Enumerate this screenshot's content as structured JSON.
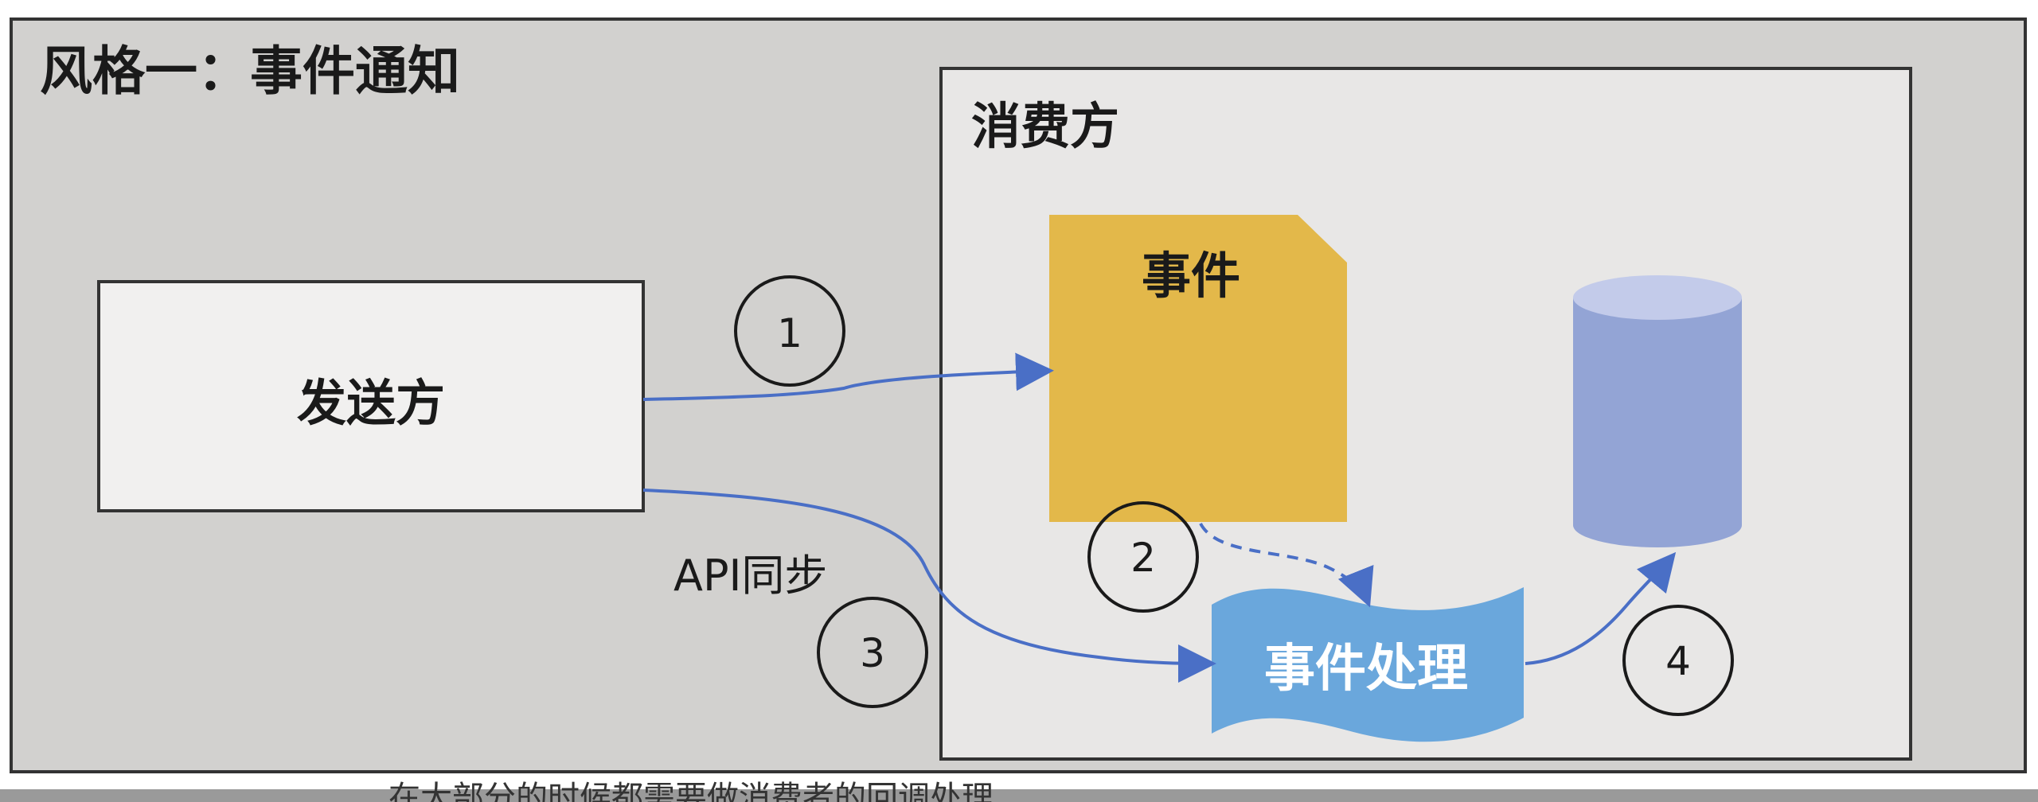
{
  "diagram": {
    "title": "风格一：事件通知",
    "consumer_label": "消费方",
    "sender_label": "发送方",
    "event_label": "事件",
    "handler_label": "事件处理",
    "api_label": "API同步",
    "steps": [
      {
        "number": "1"
      },
      {
        "number": "2"
      },
      {
        "number": "3"
      },
      {
        "number": "4"
      }
    ]
  },
  "colors": {
    "outer_bg": "#d2d1cf",
    "consumer_bg": "#e8e7e6",
    "sender_bg": "#f1f0ef",
    "event_fill": "#e3b84a",
    "handler_fill": "#6aa7dc",
    "db_body": "#93a4d5",
    "db_top": "#c3cbea",
    "arrow": "#4a6fc6",
    "outline": "#333333"
  },
  "bottom_strip": {
    "text": "在大部分的时候都需要做消费者的回调处理"
  }
}
